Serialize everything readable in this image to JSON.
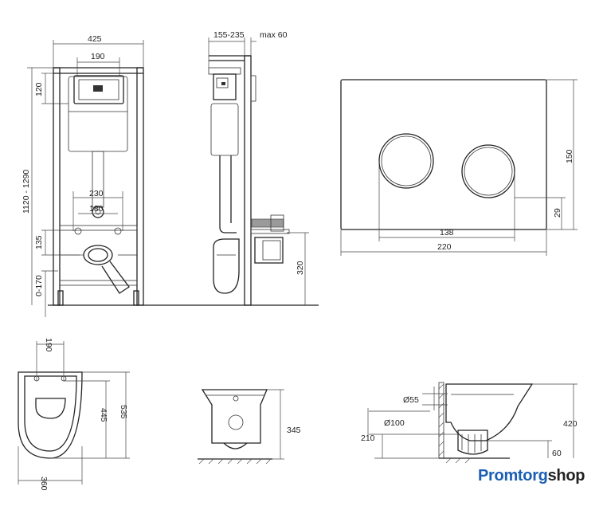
{
  "front_view": {
    "width": "425",
    "top_inner": "190",
    "upper": "120",
    "height_range": "1120 - 1290",
    "flange_outer": "230",
    "flange_inner": "180",
    "outlet_height": "135",
    "foot_adjust": "0-170"
  },
  "side_view": {
    "depth_range": "155-235",
    "wall_max": "max 60",
    "outlet_height": "320"
  },
  "flush_plate": {
    "height": "150",
    "button_offset": "29",
    "button_spacing": "138",
    "width": "220"
  },
  "bowl_top": {
    "bolt_spacing": "190",
    "inner_length": "445",
    "length": "535",
    "width": "360"
  },
  "bowl_front": {
    "height": "345"
  },
  "bowl_side": {
    "outlet_55": "Ø55",
    "outlet_100": "Ø100",
    "height": "420",
    "outlet_height": "210",
    "offset": "60"
  },
  "brand": {
    "part1": "Promtorg",
    "part2": "shop",
    "color": "#1a5fb4"
  }
}
